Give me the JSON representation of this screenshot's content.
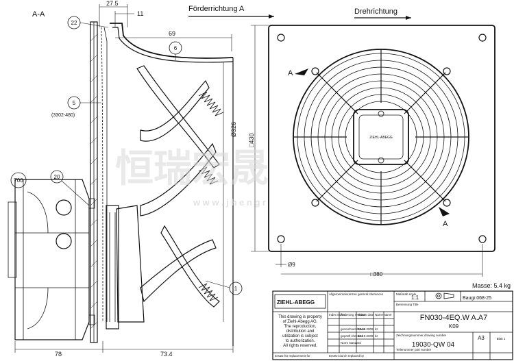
{
  "section": {
    "label": "A-A",
    "dimensions": {
      "width_top": "27.5",
      "flange": "11",
      "depth": "69",
      "diameter": "Ø326",
      "bottom_left": "78",
      "bottom_right": "73.4"
    },
    "balloons": {
      "b22": "22",
      "b5": "5",
      "b5_note": "(3302-480)",
      "b6": "6",
      "b700": "700",
      "b20": "20",
      "b1": "1"
    },
    "airflow_direction": "Förderrichtung A"
  },
  "front_view": {
    "rotation_direction": "Drehrichtung",
    "section_mark_top": "A",
    "section_mark_bottom": "A",
    "plate_size": "□430",
    "hole": "Ø9",
    "hole_spacing": "□380",
    "motor_label": "ZIEHL-ABEGG"
  },
  "title_block": {
    "mass": "Masse: 5.4 kg",
    "logo": "ZIEHL-ABEGG",
    "tolerances_label": "Allgemeintoleranzen general tolerances",
    "scale_label": "Maßstab scale",
    "scale": "1:1",
    "construction": "Baugr.068-25",
    "designation_label": "Benennung Title",
    "title": "FN030-4EQ.W A.A7",
    "subtitle": "K09",
    "part_number": "19030-QW 04",
    "drawing_no_label": "Zeichnungsnummer drawing number",
    "part_no_label": "Teilenummer part number",
    "copyright": [
      "This drawing is property",
      "of Ziehl-Abegg AG.",
      "The reproduction,",
      "distribution and",
      "utilization is subject",
      "to authorization.",
      "All rights reserved."
    ],
    "col_index": "Index Index",
    "col_change": "Änderung revision",
    "col_date": "Datum date",
    "col_name": "Name name",
    "row_drawn": "gezeichnet drawn",
    "row_checked": "geprüft checked",
    "row_standard": "Norm standard",
    "date_drawn": "22.10.2009",
    "date_checked": "22.10.2009",
    "name_drawn": "kz",
    "name_checked": "kz",
    "replacement": "Ersatz für replacement for",
    "replaced": "Ersetzt durch replaced by",
    "size": "A3",
    "sheet": "Blatt 1"
  },
  "watermark": {
    "main": "恒瑞宏晟",
    "url": "w w w . j h e n g r"
  }
}
